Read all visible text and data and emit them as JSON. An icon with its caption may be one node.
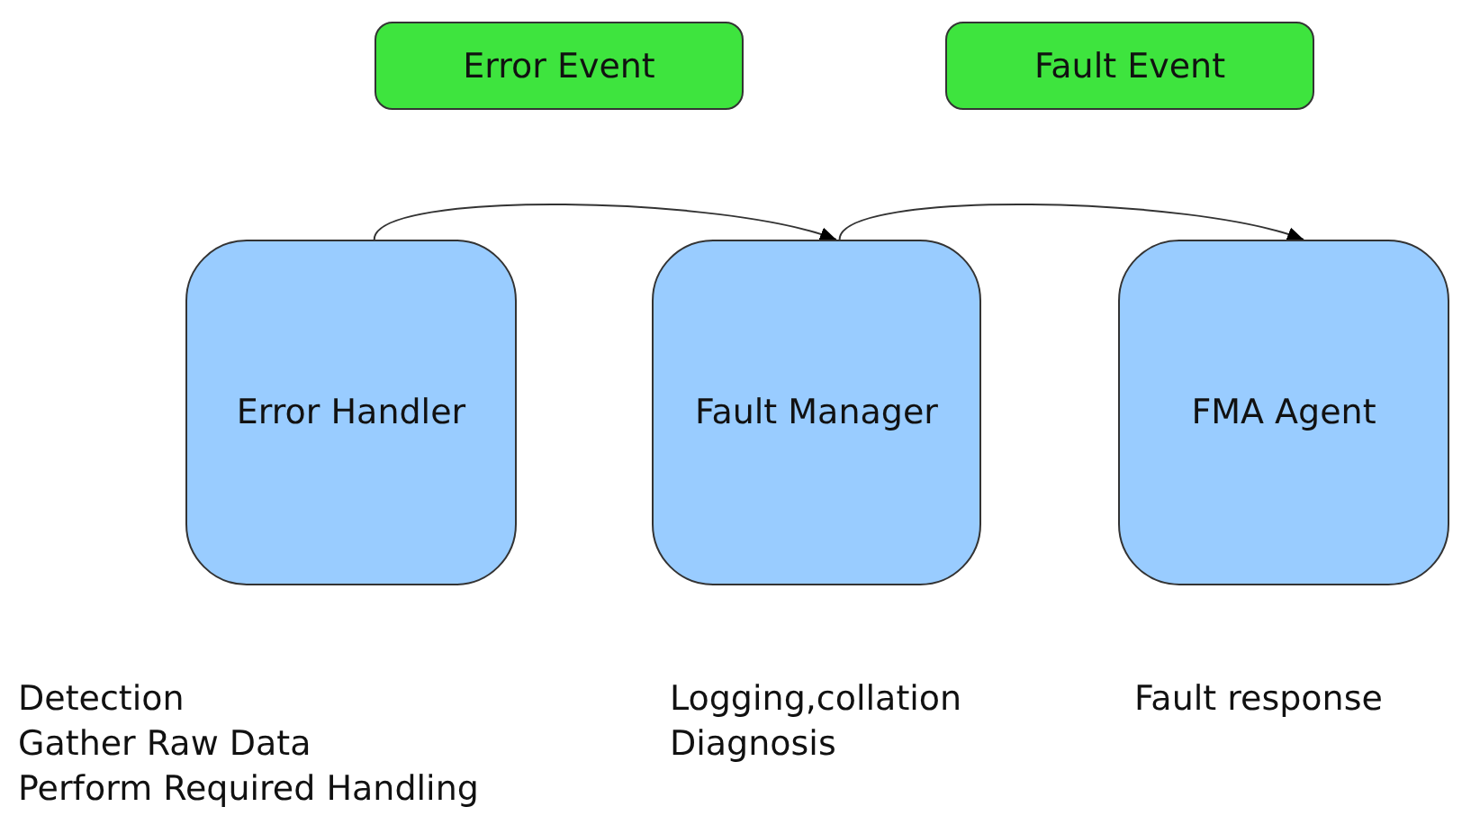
{
  "diagram": {
    "nodes": [
      {
        "text": [
          "Error Event"
        ]
      },
      {
        "text": [
          "Fault Event"
        ]
      },
      {
        "text": [
          "Error Handler"
        ],
        "beside": [
          "Detection",
          "Gather Raw Data",
          "Perform Required Handling"
        ]
      },
      {
        "text": [
          "Fault Manager"
        ],
        "beside": [
          "Logging,collation",
          "Diagnosis"
        ]
      },
      {
        "text": [
          "FMA Agent"
        ],
        "beside": [
          "Fault response"
        ]
      }
    ],
    "edges": [
      {
        "from": 2,
        "to": 3,
        "arrow": "to"
      },
      {
        "from": 3,
        "to": 4,
        "arrow": "to"
      }
    ]
  }
}
